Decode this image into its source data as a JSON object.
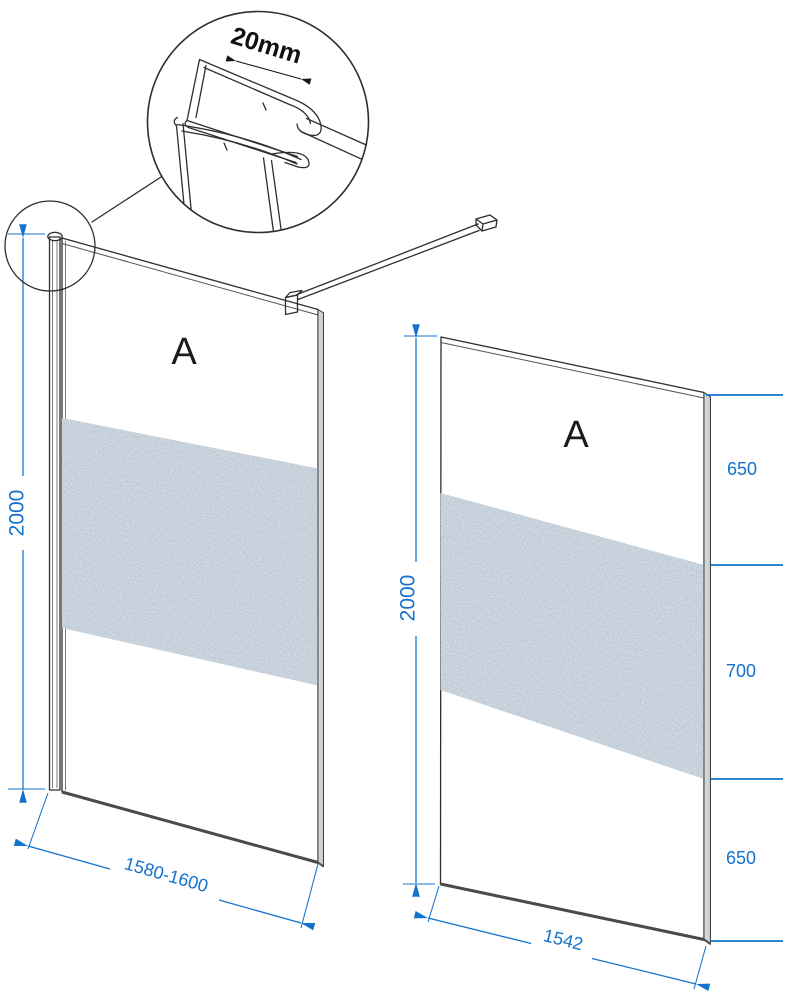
{
  "colors": {
    "dimension_blue": "#1272cc",
    "outline_dark": "#2e2e2e",
    "frosted_band": "#b4c2cf",
    "glass_tint": "#e7edf2"
  },
  "detail_callout": {
    "range_label": "20mm"
  },
  "left_panel": {
    "label": "A",
    "height": "2000",
    "width_range": "1580-1600"
  },
  "right_panel": {
    "label": "A",
    "height": "2000",
    "width": "1542",
    "segments": [
      "650",
      "700",
      "650"
    ]
  }
}
